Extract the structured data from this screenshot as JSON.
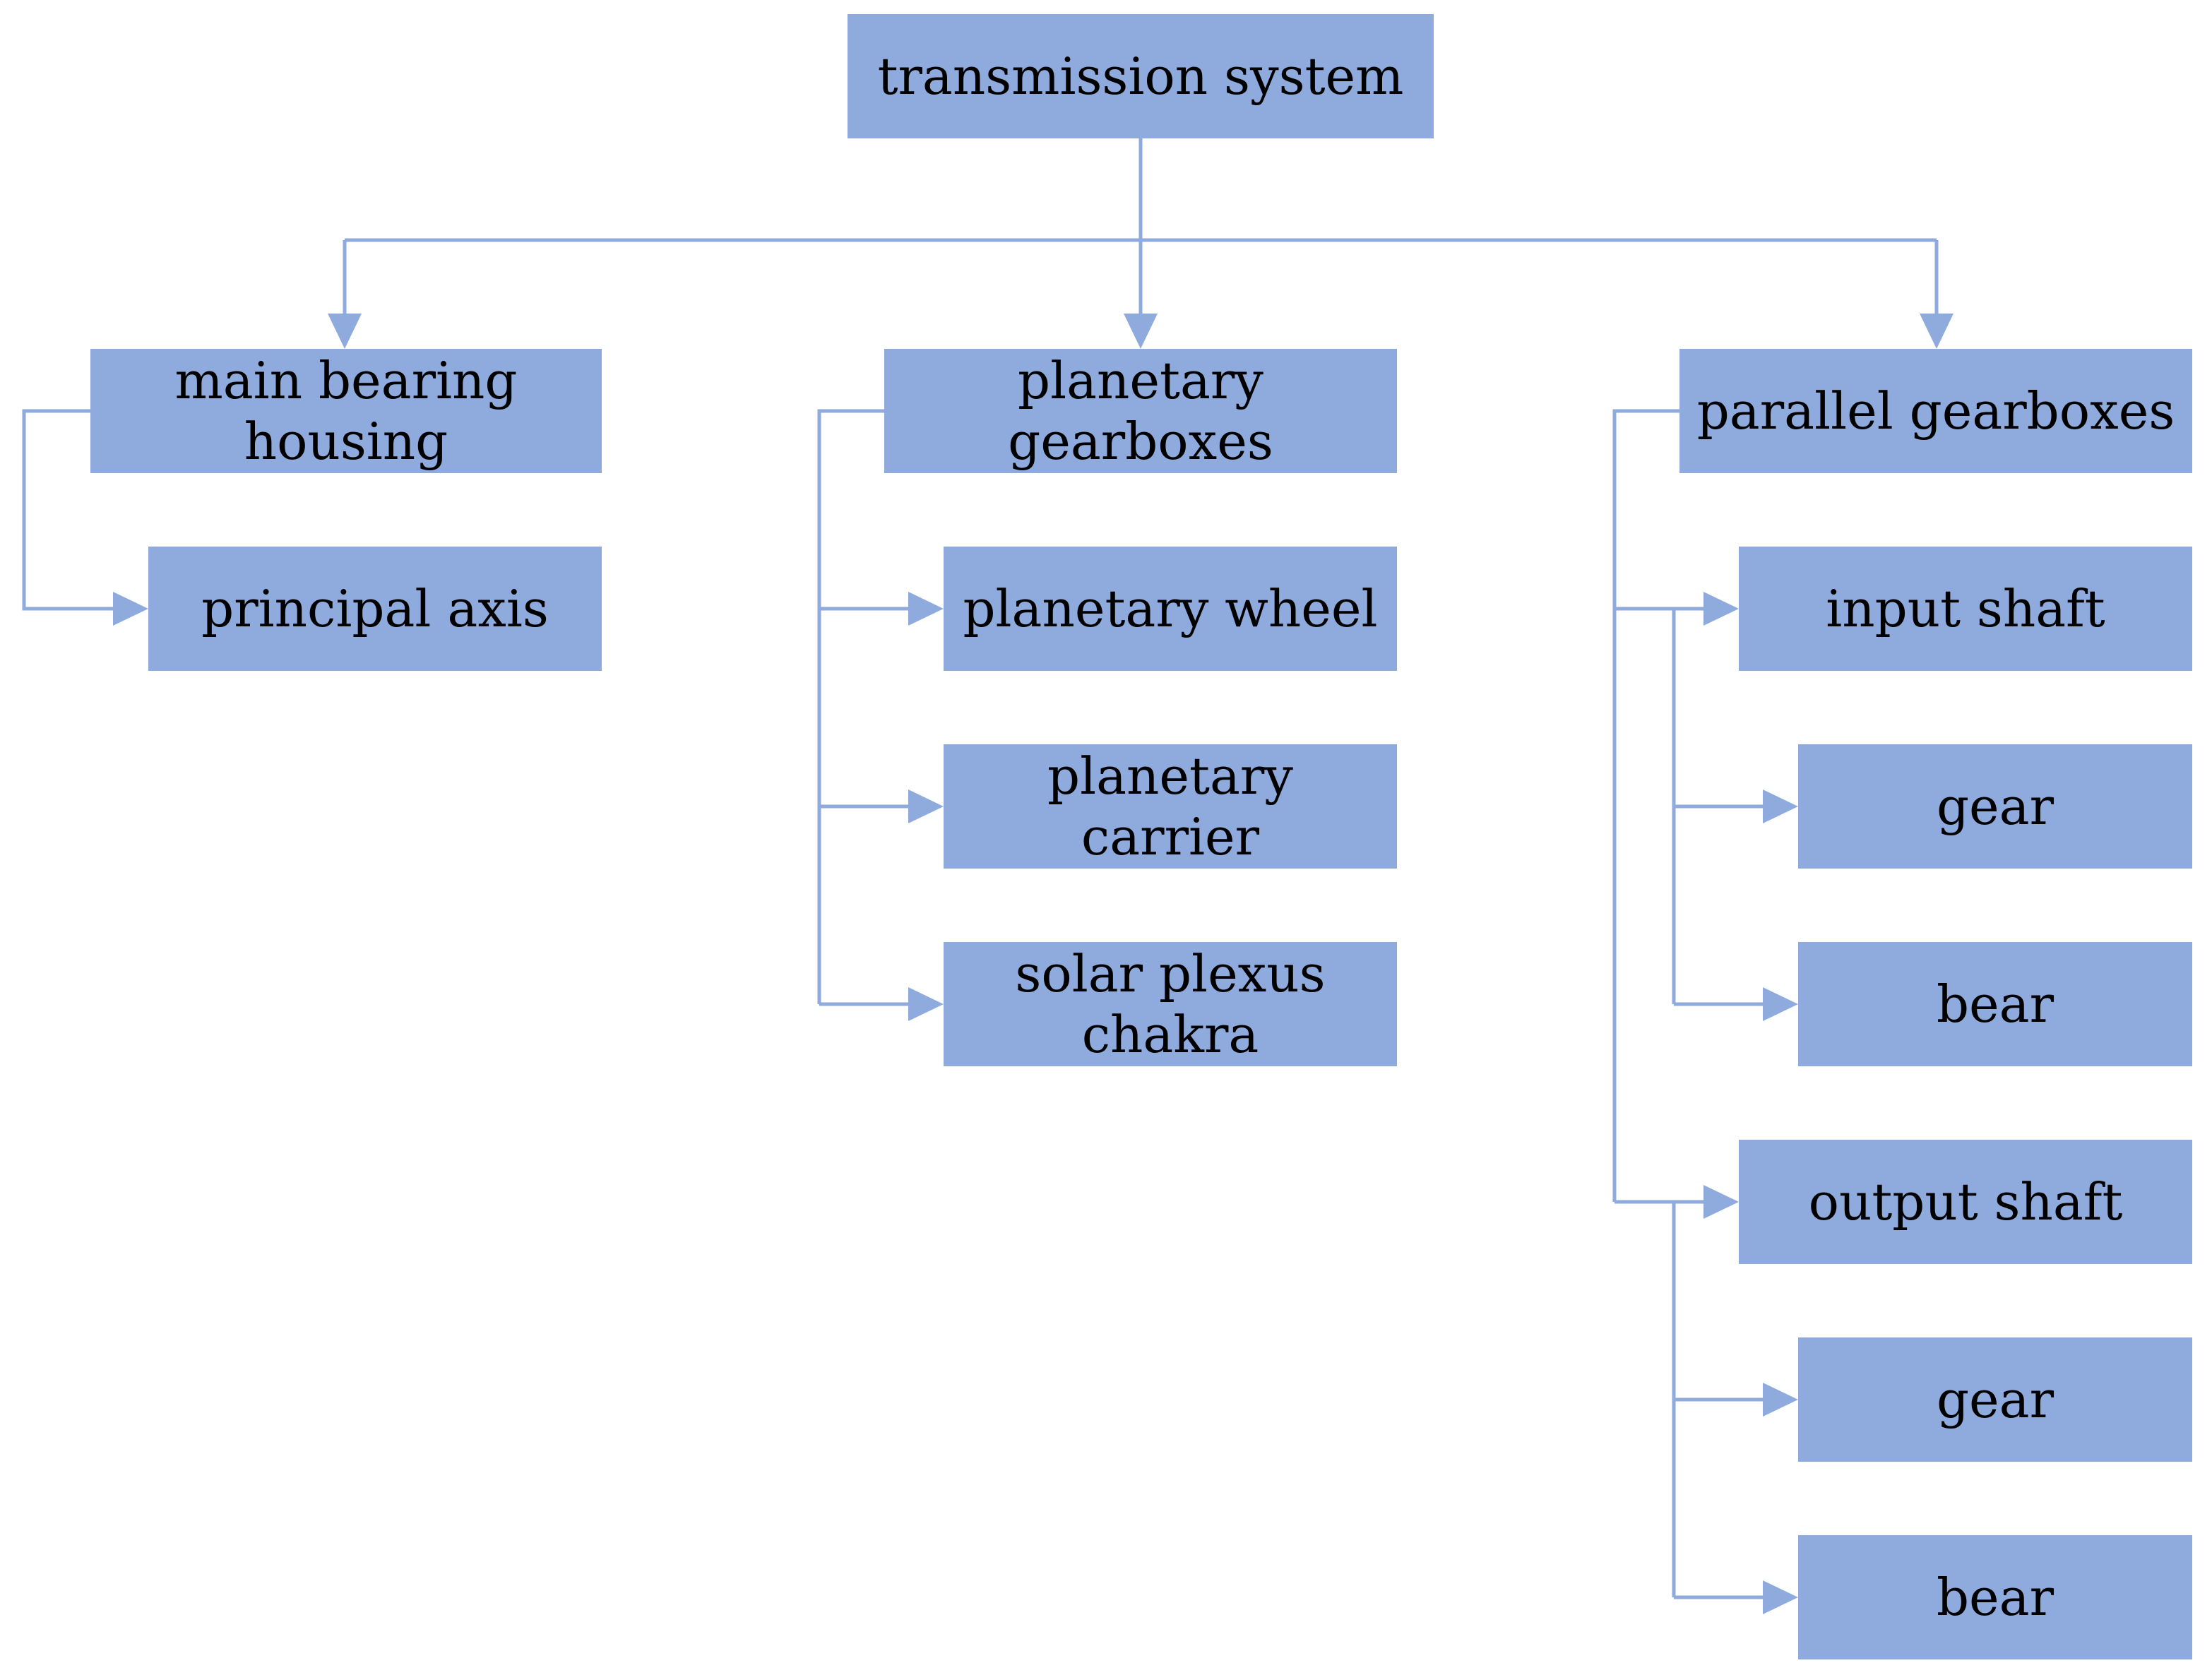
{
  "colors": {
    "box_fill": "#8faadc",
    "connector": "#8faadc",
    "text": "#000000",
    "background": "#ffffff"
  },
  "nodes": {
    "root": "transmission system",
    "main_bearing_housing": "main bearing housing",
    "principal_axis": "principal axis",
    "planetary_gearboxes": "planetary gearboxes",
    "planetary_wheel": "planetary wheel",
    "planetary_carrier": "planetary carrier",
    "solar_plexus_chakra": "solar plexus chakra",
    "parallel_gearboxes": "parallel gearboxes",
    "input_shaft": "input shaft",
    "input_gear": "gear",
    "input_bear": "bear",
    "output_shaft": "output shaft",
    "output_gear": "gear",
    "output_bear": "bear"
  },
  "edges": [
    [
      "root",
      "main_bearing_housing"
    ],
    [
      "root",
      "planetary_gearboxes"
    ],
    [
      "root",
      "parallel_gearboxes"
    ],
    [
      "main_bearing_housing",
      "principal_axis"
    ],
    [
      "planetary_gearboxes",
      "planetary_wheel"
    ],
    [
      "planetary_gearboxes",
      "planetary_carrier"
    ],
    [
      "planetary_gearboxes",
      "solar_plexus_chakra"
    ],
    [
      "parallel_gearboxes",
      "input_shaft"
    ],
    [
      "parallel_gearboxes",
      "output_shaft"
    ],
    [
      "input_shaft",
      "input_gear"
    ],
    [
      "input_shaft",
      "input_bear"
    ],
    [
      "output_shaft",
      "output_gear"
    ],
    [
      "output_shaft",
      "output_bear"
    ]
  ]
}
